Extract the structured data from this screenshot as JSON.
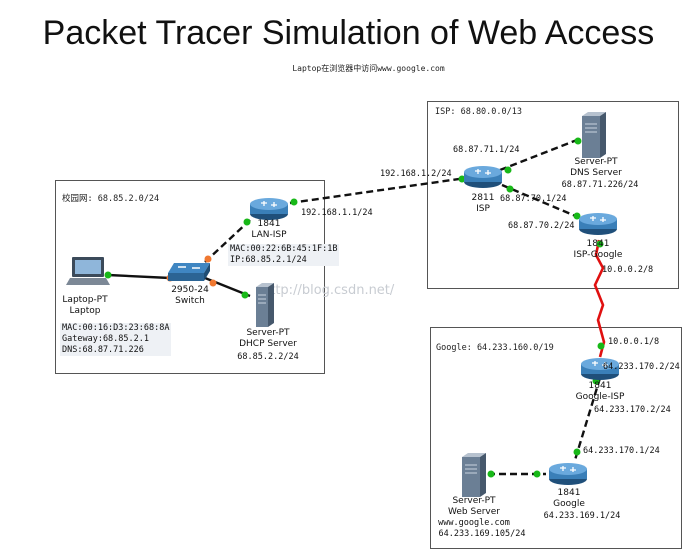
{
  "title": "Packet Tracer Simulation of Web Access",
  "subtitle": "Laptop在浏览器中访问www.google.com",
  "watermark": "http://blog.csdn.net/",
  "zones": {
    "campus": "校园网: 68.85.2.0/24",
    "isp": "ISP: 68.80.0.0/13",
    "google": "Google: 64.233.160.0/19"
  },
  "devices": {
    "laptop": {
      "type": "Laptop-PT",
      "name": "Laptop",
      "info": [
        "MAC:00:16:D3:23:68:8A",
        "Gateway:68.85.2.1",
        "DNS:68.87.71.226"
      ]
    },
    "switch": {
      "type": "2950-24",
      "name": "Switch"
    },
    "dhcp": {
      "type": "Server-PT",
      "name": "DHCP Server",
      "ip": "68.85.2.2/24"
    },
    "lan_isp": {
      "type": "1841",
      "name": "LAN-ISP",
      "info": [
        "MAC:00:22:6B:45:1F:1B",
        "IP:68.85.2.1/24"
      ],
      "ip_wan": "192.168.1.1/24"
    },
    "isp": {
      "type": "2811",
      "name": "ISP",
      "ip_wan": "192.168.1.2/24",
      "ip_dns": "68.87.71.1/24",
      "ip_isp_google": "68.87.70.1/24"
    },
    "dns": {
      "type": "Server-PT",
      "name": "DNS Server",
      "ip": "68.87.71.226/24"
    },
    "isp_google": {
      "type": "1841",
      "name": "ISP-Google",
      "ip_in": "68.87.70.2/24",
      "ip_serial": "10.0.0.2/8"
    },
    "google_isp": {
      "type": "1841",
      "name": "Google-ISP",
      "ip_serial": "10.0.0.1/8",
      "ip_lan1": "64.233.170.2/24",
      "ip_lan2": "64.233.170.2/24"
    },
    "google": {
      "type": "1841",
      "name": "Google",
      "ip_up": "64.233.170.1/24",
      "ip_down": "64.233.169.1/24"
    },
    "web": {
      "type": "Server-PT",
      "name": "Web Server",
      "domain": "www.google.com",
      "ip": "64.233.169.105/24"
    }
  },
  "colors": {
    "link": "#111111",
    "serial": "#e01010",
    "up": "#18b818",
    "pending": "#f07830",
    "router": "#3a7fb8",
    "server": "#6b7f95"
  }
}
